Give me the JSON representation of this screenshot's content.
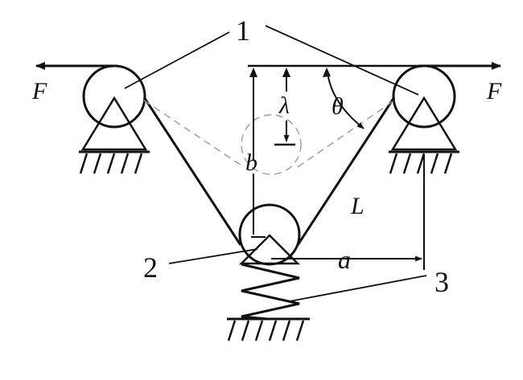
{
  "labels": {
    "force_left": "F",
    "force_right": "F",
    "part_pulleys": "1",
    "part_middle_pulley": "2",
    "part_spring": "3",
    "dim_lambda": "λ",
    "dim_theta": "θ",
    "dim_b": "b",
    "dim_a": "a",
    "length_L": "L"
  },
  "colors": {
    "ink": "#111111",
    "dashed": "#9a9a9a"
  }
}
